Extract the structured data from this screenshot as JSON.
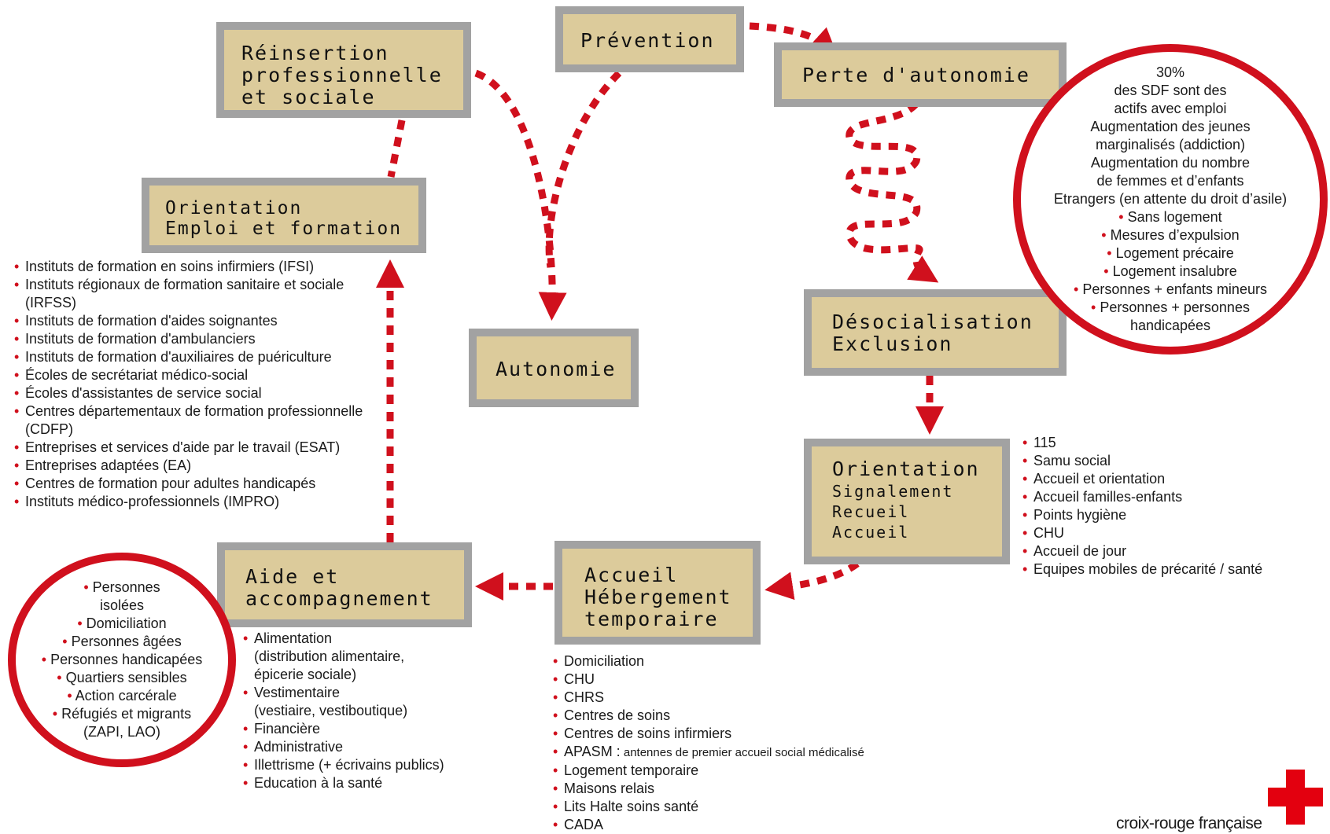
{
  "boxes": {
    "reinsertion": [
      "Réinsertion",
      "professionnelle",
      "et sociale"
    ],
    "prevention": [
      "Prévention"
    ],
    "perte": [
      "Perte d'autonomie"
    ],
    "orientation_emploi": [
      "Orientation",
      "Emploi et formation"
    ],
    "autonomie": [
      "Autonomie"
    ],
    "desocialisation": [
      "Désocialisation",
      "Exclusion"
    ],
    "orientation_accueil": [
      "Orientation",
      "Signalement",
      "Recueil",
      "Accueil"
    ],
    "aide": [
      "Aide et",
      "accompagnement"
    ],
    "accueil_hebergement": [
      "Accueil",
      "Hébergement",
      "temporaire"
    ]
  },
  "circle_right": {
    "lines": [
      {
        "text": "30%",
        "bullet": false
      },
      {
        "text": "des SDF sont des",
        "bullet": false
      },
      {
        "text": "actifs avec emploi",
        "bullet": false
      },
      {
        "text": "Augmentation des jeunes",
        "bullet": false
      },
      {
        "text": "marginalisés (addiction)",
        "bullet": false
      },
      {
        "text": "Augmentation du nombre",
        "bullet": false
      },
      {
        "text": "de femmes et d’enfants",
        "bullet": false
      },
      {
        "text": "Etrangers (en attente du droit d’asile)",
        "bullet": false
      },
      {
        "text": "Sans logement",
        "bullet": true
      },
      {
        "text": "Mesures d’expulsion",
        "bullet": true
      },
      {
        "text": "Logement précaire",
        "bullet": true
      },
      {
        "text": "Logement insalubre",
        "bullet": true
      },
      {
        "text": "Personnes + enfants mineurs",
        "bullet": true
      },
      {
        "text": "Personnes + personnes",
        "bullet": true
      },
      {
        "text": "handicapées",
        "bullet": false
      }
    ]
  },
  "circle_left": {
    "lines": [
      {
        "text": "Personnes",
        "bullet": true
      },
      {
        "text": "isolées",
        "bullet": false
      },
      {
        "text": "Domiciliation",
        "bullet": true
      },
      {
        "text": "Personnes âgées",
        "bullet": true
      },
      {
        "text": "Personnes handicapées",
        "bullet": true
      },
      {
        "text": "Quartiers sensibles",
        "bullet": true
      },
      {
        "text": "Action carcérale",
        "bullet": true
      },
      {
        "text": "Réfugiés et migrants",
        "bullet": true
      },
      {
        "text": "(ZAPI, LAO)",
        "bullet": false
      }
    ]
  },
  "lists": {
    "formation": [
      "Instituts de  formation en soins infirmiers (IFSI)",
      "Instituts régionaux de  formation sanitaire et sociale",
      "(IRFSS)",
      "Instituts de formation d'aides  soignantes",
      "Instituts de formation  d'ambulanciers",
      "Instituts de formation d'auxiliaires de  puériculture",
      "Écoles de secrétariat  médico-social",
      "Écoles d'assistantes de service  social",
      "Centres départementaux de formation professionnelle",
      "(CDFP)",
      "Entreprises et services d'aide par le travail  (ESAT)",
      "Entreprises adaptées  (EA)",
      "Centres de formation pour adultes  handicapés",
      "Instituts médico-professionnels  (IMPRO)"
    ],
    "formation_bullets": [
      true,
      true,
      false,
      true,
      true,
      true,
      true,
      true,
      true,
      false,
      true,
      true,
      true,
      true
    ],
    "urgence": [
      "115",
      "Samu social",
      "Accueil et orientation",
      "Accueil familles-enfants",
      "Points hygiène",
      "CHU",
      "Accueil de jour",
      "Equipes mobiles de précarité / santé"
    ],
    "aide": [
      "Alimentation",
      "(distribution alimentaire,",
      "épicerie sociale)",
      "Vestimentaire",
      "(vestiaire, vestiboutique)",
      "Financière",
      "Administrative",
      "Illettrisme (+ écrivains publics)",
      "Education à la santé"
    ],
    "aide_bullets": [
      true,
      false,
      false,
      true,
      false,
      true,
      true,
      true,
      true
    ],
    "hebergement": [
      "Domiciliation",
      "CHU",
      "CHRS",
      "Centres de soins",
      "Centres de soins infirmiers",
      "APASM :",
      "Logement temporaire",
      "Maisons relais",
      "Lits Halte soins santé",
      "CADA"
    ],
    "apasm_detail": "antennes de premier accueil social médicalisé"
  },
  "brand": {
    "name": "croix-rouge française",
    "logo_icon": "red-cross-icon"
  },
  "colors": {
    "box_fill": "#dccb9b",
    "box_border": "#a2a2a2",
    "arrow": "#d0101d",
    "circle_border": "#d0101d"
  }
}
